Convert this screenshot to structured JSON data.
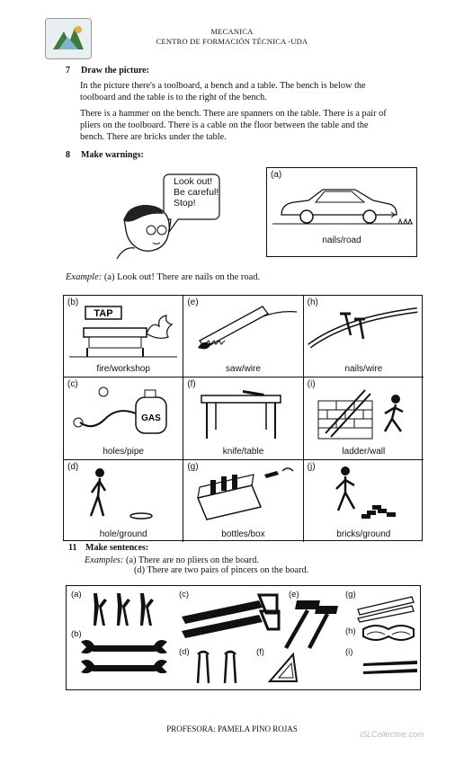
{
  "header": {
    "line1": "MECANICA",
    "line2": "CENTRO DE FORMACIÓN TÉCNICA -UDA"
  },
  "section7": {
    "number": "7",
    "title": "Draw the picture:",
    "p1": "In the picture there's a toolboard, a bench and a table. The bench is below the toolboard and the table is to the right of the bench.",
    "p2": "There is a hammer on the bench. There are spanners on the table. There is a pair of pliers on the toolboard. There is a cable on the floor between the table and the bench. There are bricks under the table."
  },
  "section8": {
    "number": "8",
    "title": "Make warnings:",
    "speech": [
      "Look out!",
      "Be careful!",
      "Stop!"
    ],
    "example_box": {
      "letter": "(a)",
      "caption": "nails/road"
    },
    "example_label": "Example:",
    "example_text": "(a)  Look out! There are nails on the road.",
    "grid": [
      {
        "letter": "(b)",
        "caption": "fire/workshop",
        "icon": "fire-workshop-icon"
      },
      {
        "letter": "(e)",
        "caption": "saw/wire",
        "icon": "saw-wire-icon"
      },
      {
        "letter": "(h)",
        "caption": "nails/wire",
        "icon": "nails-wire-icon"
      },
      {
        "letter": "(c)",
        "caption": "holes/pipe",
        "icon": "gas-pipe-icon"
      },
      {
        "letter": "(f)",
        "caption": "knife/table",
        "icon": "knife-table-icon"
      },
      {
        "letter": "(i)",
        "caption": "ladder/wall",
        "icon": "ladder-wall-icon"
      },
      {
        "letter": "(d)",
        "caption": "hole/ground",
        "icon": "hole-ground-icon"
      },
      {
        "letter": "(g)",
        "caption": "bottles/box",
        "icon": "bottles-box-icon"
      },
      {
        "letter": "(j)",
        "caption": "bricks/ground",
        "icon": "bricks-ground-icon"
      }
    ],
    "tap_label": "TAP"
  },
  "section11": {
    "number": "11",
    "title": "Make sentences:",
    "examples_label": "Examples:",
    "ex_a": "(a)  There are no pliers on the board.",
    "ex_d": "(d)  There are two pairs of pincers on the board.",
    "tools_letters": [
      "(a)",
      "(b)",
      "(c)",
      "(d)",
      "(e)",
      "(f)",
      "(g)",
      "(h)",
      "(i)"
    ],
    "gas_label": "GAS"
  },
  "footer": {
    "teacher": "PROFESORA: PAMELA PINO ROJAS",
    "watermark": "iSLCollective.com"
  }
}
